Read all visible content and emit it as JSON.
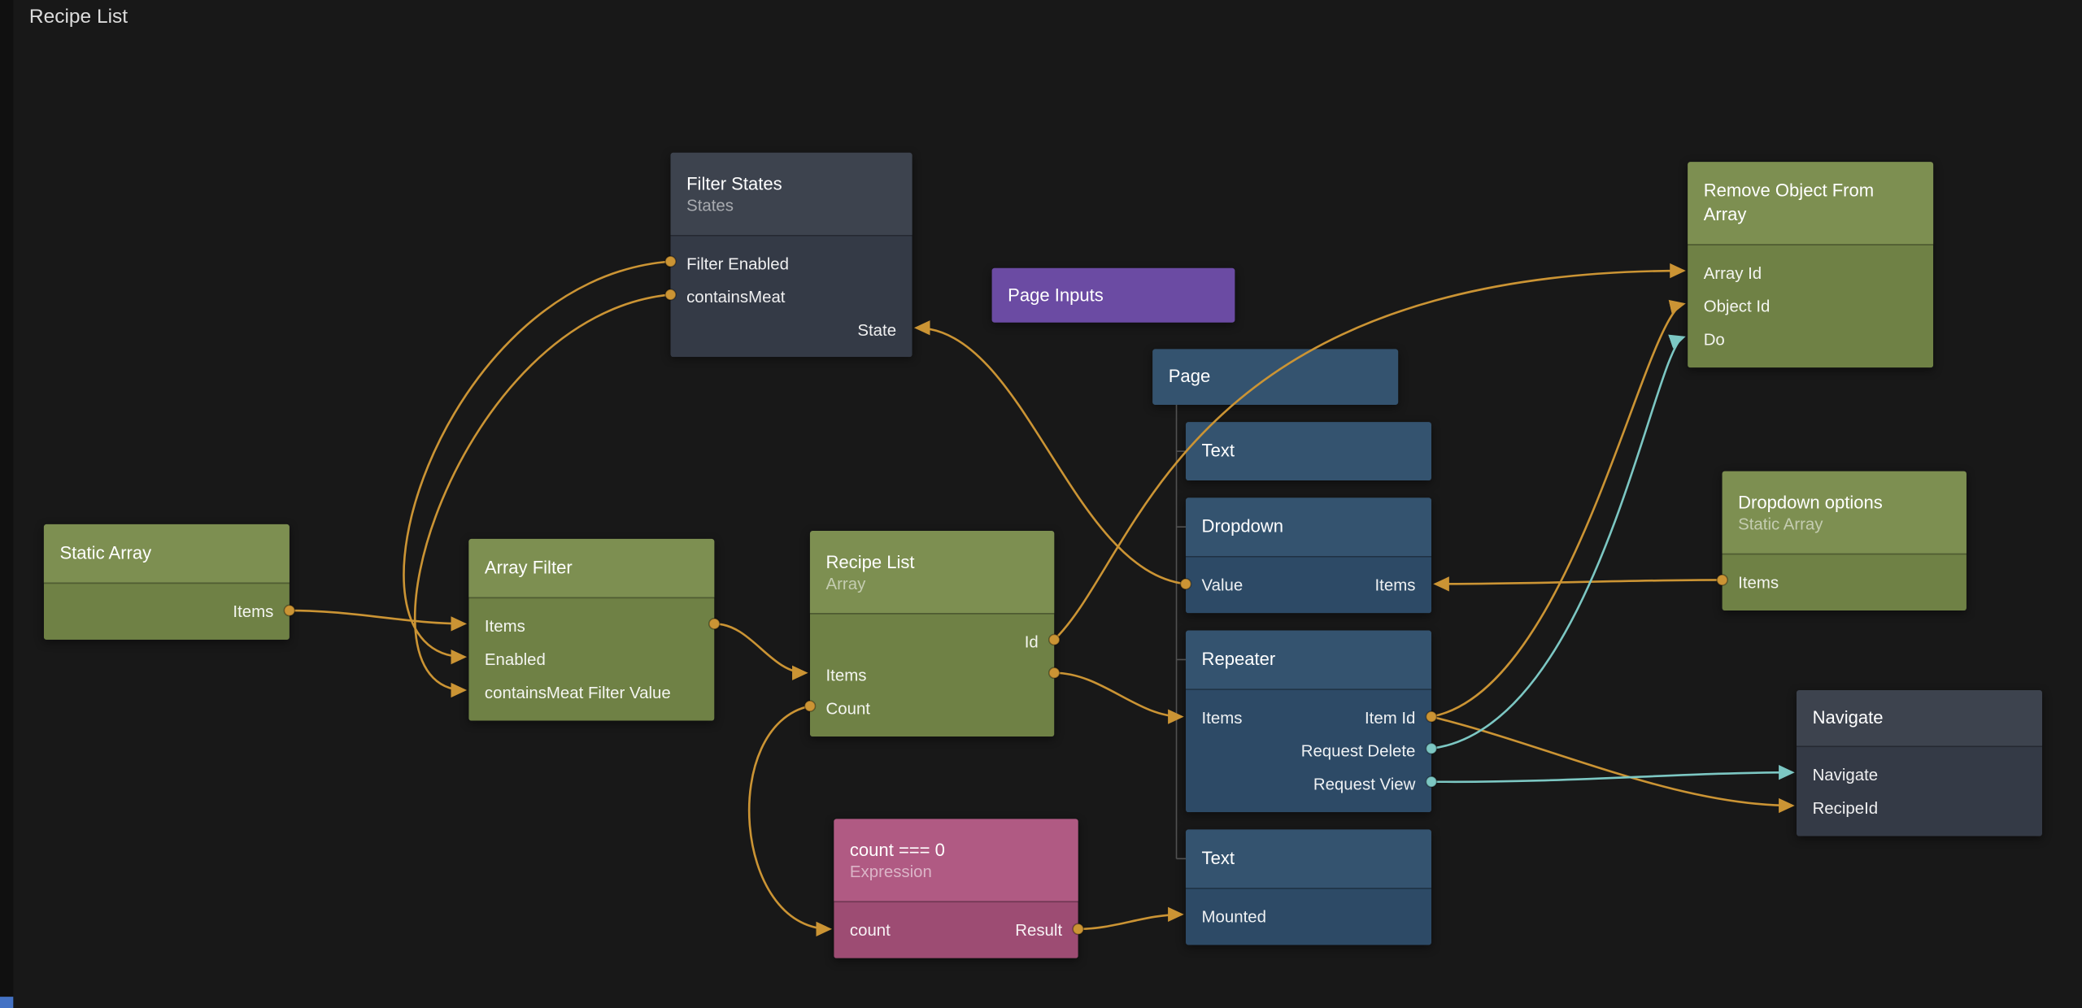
{
  "app": {
    "title": "Recipe List"
  },
  "colors": {
    "canvas_bg": "#181818",
    "connection_orange": "#cb9434",
    "connection_teal": "#7cc7c3",
    "node_green_header": "#7d8f51",
    "node_green_body": "#6f8145",
    "node_blue_header": "#34536f",
    "node_blue_body": "#2d4a66",
    "node_slate_header": "#3d434e",
    "node_slate_body": "#343a46",
    "node_purple": "#6b4ba3",
    "node_pink_header": "#b05a83",
    "node_pink_body": "#9d4c73",
    "accent_blue": "#4472c4"
  },
  "nodes": {
    "filter_states": {
      "title": "Filter States",
      "subtitle": "States",
      "ports": {
        "filter_enabled": "Filter Enabled",
        "contains_meat": "containsMeat",
        "state": "State"
      }
    },
    "page_inputs": {
      "title": "Page Inputs"
    },
    "page": {
      "title": "Page"
    },
    "text_1": {
      "title": "Text"
    },
    "dropdown": {
      "title": "Dropdown",
      "ports": {
        "value": "Value",
        "items": "Items"
      }
    },
    "repeater": {
      "title": "Repeater",
      "ports": {
        "items": "Items",
        "item_id": "Item Id",
        "request_delete": "Request Delete",
        "request_view": "Request View"
      }
    },
    "text_2": {
      "title": "Text",
      "ports": {
        "mounted": "Mounted"
      }
    },
    "static_array": {
      "title": "Static Array",
      "ports": {
        "items": "Items"
      }
    },
    "array_filter": {
      "title": "Array Filter",
      "ports": {
        "items": "Items",
        "enabled": "Enabled",
        "contains_meat_filter_value": "containsMeat Filter Value"
      }
    },
    "recipe_list": {
      "title": "Recipe List",
      "subtitle": "Array",
      "ports": {
        "id": "Id",
        "items": "Items",
        "count": "Count"
      }
    },
    "count_expression": {
      "title": "count === 0",
      "subtitle": "Expression",
      "ports": {
        "count": "count",
        "result": "Result"
      }
    },
    "remove_object_from_array": {
      "title": "Remove Object From Array",
      "ports": {
        "array_id": "Array Id",
        "object_id": "Object Id",
        "do": "Do"
      }
    },
    "dropdown_options": {
      "title": "Dropdown options",
      "subtitle": "Static Array",
      "ports": {
        "items": "Items"
      }
    },
    "navigate": {
      "title": "Navigate",
      "ports": {
        "navigate": "Navigate",
        "recipe_id": "RecipeId"
      }
    }
  },
  "connections": [
    {
      "from_node": "Static Array",
      "from_port": "Items",
      "to_node": "Array Filter",
      "to_port": "Items",
      "color": "orange"
    },
    {
      "from_node": "Filter States",
      "from_port": "Filter Enabled",
      "to_node": "Array Filter",
      "to_port": "Enabled",
      "color": "orange"
    },
    {
      "from_node": "Filter States",
      "from_port": "containsMeat",
      "to_node": "Array Filter",
      "to_port": "containsMeat Filter Value",
      "color": "orange"
    },
    {
      "from_node": "Array Filter",
      "from_port": "Items",
      "to_node": "Recipe List",
      "to_port": "Items",
      "color": "orange"
    },
    {
      "from_node": "Dropdown",
      "from_port": "Value",
      "to_node": "Filter States",
      "to_port": "State",
      "color": "orange"
    },
    {
      "from_node": "Recipe List",
      "from_port": "Id",
      "to_node": "Remove Object From Array",
      "to_port": "Array Id",
      "color": "orange"
    },
    {
      "from_node": "Recipe List",
      "from_port": "Items",
      "to_node": "Repeater",
      "to_port": "Items",
      "color": "orange"
    },
    {
      "from_node": "Recipe List",
      "from_port": "Count",
      "to_node": "count === 0",
      "to_port": "count",
      "color": "orange"
    },
    {
      "from_node": "count === 0",
      "from_port": "Result",
      "to_node": "Text",
      "to_port": "Mounted",
      "color": "orange"
    },
    {
      "from_node": "Dropdown options",
      "from_port": "Items",
      "to_node": "Dropdown",
      "to_port": "Items",
      "color": "orange"
    },
    {
      "from_node": "Repeater",
      "from_port": "Item Id",
      "to_node": "Remove Object From Array",
      "to_port": "Object Id",
      "color": "orange"
    },
    {
      "from_node": "Repeater",
      "from_port": "Request Delete",
      "to_node": "Remove Object From Array",
      "to_port": "Do",
      "color": "teal"
    },
    {
      "from_node": "Repeater",
      "from_port": "Request View",
      "to_node": "Navigate",
      "to_port": "Navigate",
      "color": "teal"
    },
    {
      "from_node": "Repeater",
      "from_port": "Item Id",
      "to_node": "Navigate",
      "to_port": "RecipeId",
      "color": "orange"
    }
  ]
}
